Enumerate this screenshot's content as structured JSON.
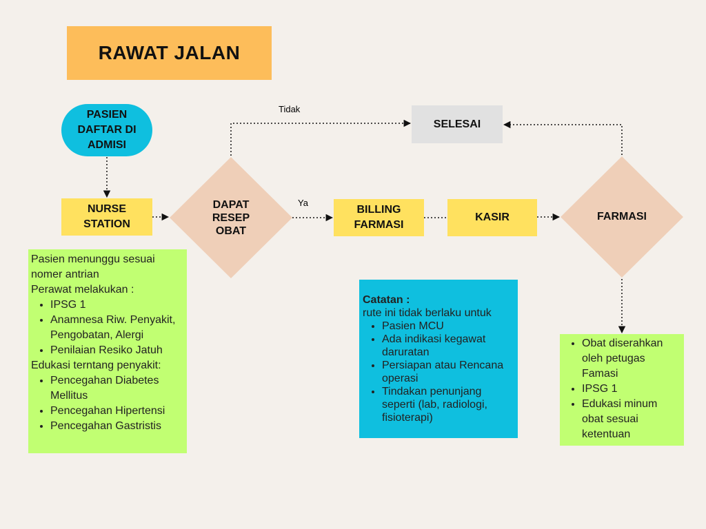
{
  "title": "RAWAT JALAN",
  "nodes": {
    "start": "PASIEN\nDAFTAR DI\nADMISI",
    "nurse_station": "NURSE\nSTATION",
    "decision_resep": "DAPAT\nRESEP\nOBAT",
    "billing": "BILLING\nFARMASI",
    "kasir": "KASIR",
    "farmasi": "FARMASI",
    "selesai": "SELESAI"
  },
  "edge_labels": {
    "no": "Tidak",
    "yes": "Ya"
  },
  "notes": {
    "nurse": {
      "intro_1": "Pasien menunggu sesuai nomer antrian",
      "intro_2": "Perawat melakukan :",
      "list_1": [
        "IPSG 1",
        "Anamnesa Riw. Penyakit, Pengobatan, Alergi",
        "Penilaian Resiko Jatuh"
      ],
      "intro_3": "Edukasi terntang penyakit:",
      "list_2": [
        "Pencegahan Diabetes Mellitus",
        "Pencegahan Hipertensi",
        "Pencegahan Gastristis"
      ]
    },
    "catatan": {
      "heading": "Catatan :",
      "intro": "rute ini tidak berlaku untuk",
      "items": [
        "Pasien MCU",
        "Ada indikasi kegawat daruratan",
        "Persiapan atau Rencana operasi",
        "Tindakan penunjang seperti (lab, radiologi, fisioterapi)"
      ]
    },
    "farmasi": {
      "items": [
        "Obat diserahkan oleh petugas Famasi",
        "IPSG 1",
        "Edukasi minum obat sesuai ketentuan"
      ]
    }
  },
  "colors": {
    "background": "#f4f0eb",
    "title_box": "#fdbd5a",
    "start_node": "#0fbfdf",
    "process_node": "#ffe15f",
    "decision_node": "#efcfb8",
    "end_node": "#e1e1e1",
    "note_green": "#c1ff72",
    "note_blue": "#0fbfdf"
  }
}
